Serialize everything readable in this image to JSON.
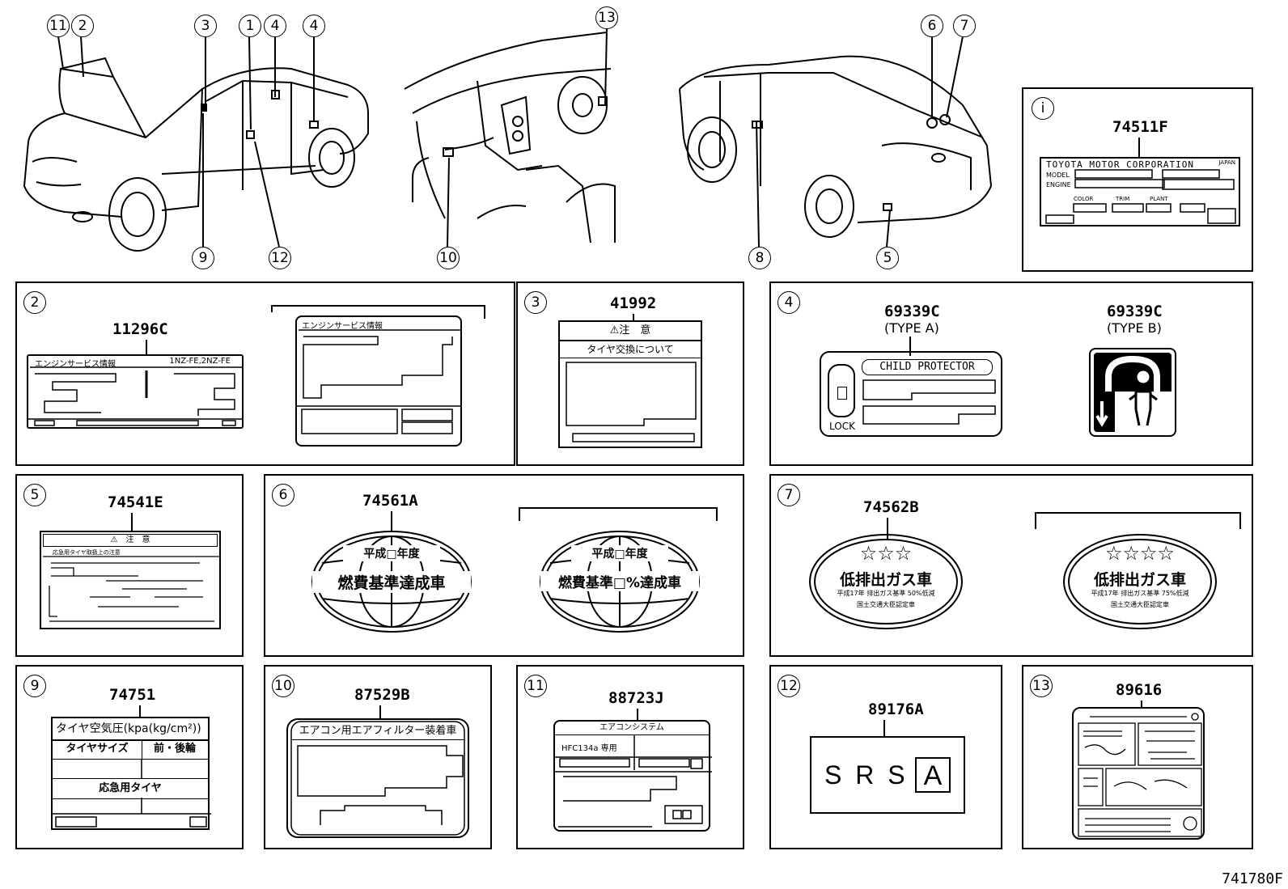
{
  "overview": {
    "callouts": [
      "11",
      "2",
      "3",
      "1",
      "4",
      "4",
      "9",
      "12",
      "13",
      "10",
      "6",
      "7",
      "8",
      "5"
    ]
  },
  "panels": {
    "i": {
      "marker": "i",
      "part": "74511F",
      "corp": "TOYOTA MOTOR CORPORATION",
      "japan": "JAPAN",
      "model": "MODEL",
      "engine": "ENGINE",
      "color": "COLOR",
      "trim": "TRIM",
      "plant": "PLANT"
    },
    "p2": {
      "marker": "2",
      "part": "11296C",
      "label_a_title": "エンジンサービス情報",
      "label_a_engine": "1NZ-FE,2NZ-FE",
      "label_b_title": "エンジンサービス情報"
    },
    "p3": {
      "marker": "3",
      "part": "41992",
      "caution": "⚠注　意",
      "subtitle": "タイヤ交換について"
    },
    "p4": {
      "marker": "4",
      "part_a": "69339C",
      "type_a": "(TYPE A)",
      "child": "CHILD PROTECTOR",
      "lock": "LOCK",
      "part_b": "69339C",
      "type_b": "(TYPE B)"
    },
    "p5": {
      "marker": "5",
      "part": "74541E",
      "caution": "⚠　注　意",
      "subtitle": "応急用タイヤ取扱上の注意"
    },
    "p6": {
      "marker": "6",
      "part": "74561A",
      "line1": "平成□年度",
      "line2": "燃費基準達成車",
      "line1b": "平成□年度",
      "line2b": "燃費基準□%達成車"
    },
    "p7": {
      "marker": "7",
      "part": "74562B",
      "stars_a": "☆☆☆",
      "text_a": "低排出ガス車",
      "small_a": "平成17年 排出ガス基準 50%低減",
      "cert_a": "国土交通大臣認定車",
      "stars_b": "☆☆☆☆",
      "text_b": "低排出ガス車",
      "small_b": "平成17年 排出ガス基準 75%低減",
      "cert_b": "国土交通大臣認定車"
    },
    "p9": {
      "marker": "9",
      "part": "74751",
      "title": "タイヤ空気圧(kpa(kg/cm²))",
      "size": "タイヤサイズ",
      "front_rear": "前・後輪",
      "spare": "応急用タイヤ"
    },
    "p10": {
      "marker": "10",
      "part": "87529B",
      "title": "エアコン用エアフィルター装着車"
    },
    "p11": {
      "marker": "11",
      "part": "88723J",
      "title": "エアコンシステム",
      "refrigerant": "HFC134a 専用"
    },
    "p12": {
      "marker": "12",
      "part": "89176A",
      "srs": "S R S",
      "letter": "A"
    },
    "p13": {
      "marker": "13",
      "part": "89616"
    }
  },
  "footer": "741780F"
}
